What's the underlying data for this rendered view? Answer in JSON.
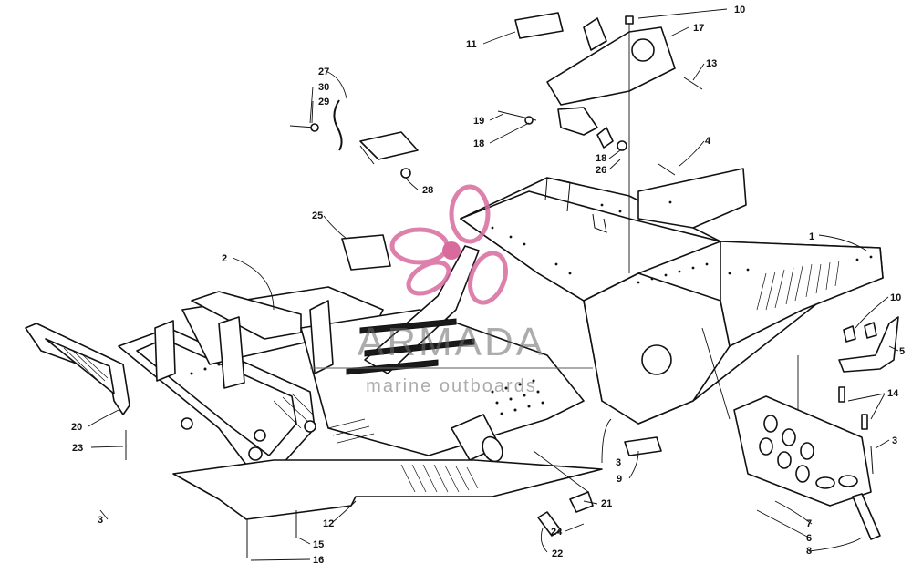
{
  "watermark": {
    "brand": "ARMADA",
    "tagline": "marine outboards",
    "logo_color": "#d86a9e"
  },
  "callouts": [
    "1",
    "2",
    "3",
    "3",
    "3",
    "4",
    "5",
    "6",
    "7",
    "8",
    "9",
    "10",
    "10",
    "11",
    "12",
    "13",
    "14",
    "15",
    "16",
    "17",
    "18",
    "18",
    "19",
    "20",
    "21",
    "22",
    "23",
    "24",
    "25",
    "26",
    "27",
    "28",
    "29",
    "30"
  ]
}
